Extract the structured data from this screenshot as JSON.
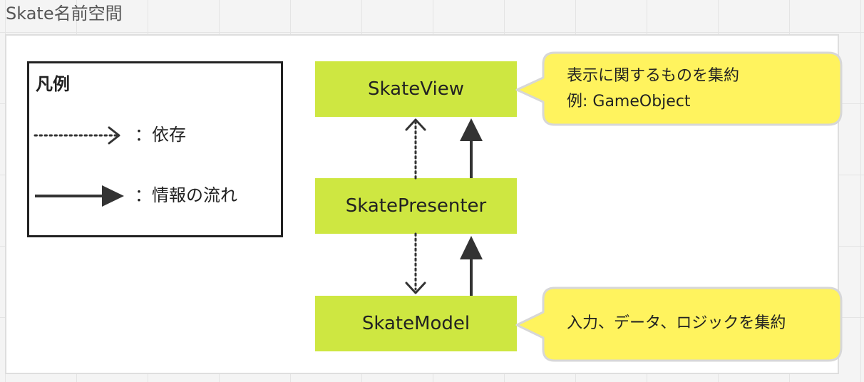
{
  "frame": {
    "title": "Skate名前空間"
  },
  "legend": {
    "title": "凡例",
    "dependency_label": "：依存",
    "flow_label": "：情報の流れ"
  },
  "nodes": {
    "view": "SkateView",
    "presenter": "SkatePresenter",
    "model": "SkateModel"
  },
  "notes": {
    "view_line1": "表示に関するものを集約",
    "view_line2": "例: GameObject",
    "model_line1": "入力、データ、ロジックを集約"
  },
  "colors": {
    "node_fill": "#cee741",
    "note_fill": "#fff35e",
    "note_stroke": "#d7d7d7",
    "line": "#333333",
    "frame_background": "#ffffff"
  }
}
